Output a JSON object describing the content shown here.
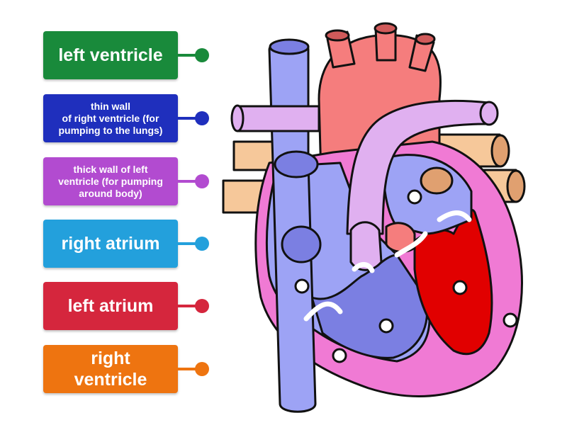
{
  "labels": [
    {
      "text": "left ventricle",
      "color": "#198a3b"
    },
    {
      "text": "thin wall\nof right ventricle (for\npumping to the lungs)",
      "color": "#1f2fbd"
    },
    {
      "text": "thick wall of left\nventricle (for pumping\naround body)",
      "color": "#b24bd0"
    },
    {
      "text": "right atrium",
      "color": "#23a0dc"
    },
    {
      "text": "left atrium",
      "color": "#d5263d"
    },
    {
      "text": "right\nventricle",
      "color": "#ee7410"
    }
  ],
  "heart_colors": {
    "outline": "#111111",
    "deoxygenated": "#9da3f5",
    "deoxygenated_dark": "#7b7fe2",
    "oxygenated_vessel": "#f57d7d",
    "muscle": "#f07ad4",
    "pulmonary": "#e0b0f0",
    "pulmonary_veins": "#f6c89a",
    "left_ventricle": "#e10000"
  }
}
